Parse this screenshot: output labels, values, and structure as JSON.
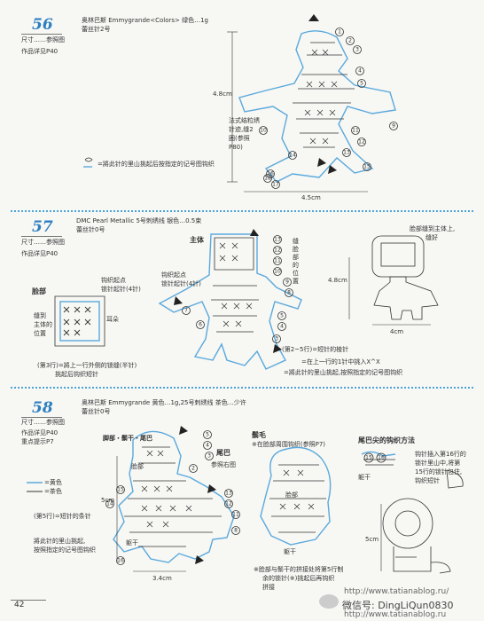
{
  "page_number": "42",
  "sections": [
    {
      "number": "56",
      "size_label": "尺寸……参照图",
      "work_label": "作品详见P40",
      "yarn": "奥林巴斯 Emmygrande<Colors> 绿色…1g",
      "hook": "蕾丝针2号",
      "height_dim": "4.8cm",
      "width_dim": "4.5cm",
      "note_french": "法式结粒绣",
      "note_french2": "针迹,缝2",
      "note_french3": "圈(参照",
      "note_french4": "P80)",
      "legend_connect": "=將此针的里山挑起后按指定的记号图钩织"
    },
    {
      "number": "57",
      "size_label": "尺寸……参照图",
      "work_label": "作品详见P40",
      "yarn": "DMC Pearl Metallic 5号刺绣线  银色…0.5束",
      "hook": "蕾丝针0号",
      "body_label": "主体",
      "face_label": "脸部",
      "face_start": "钩织起点",
      "face_start2": "锁针起针(4针)",
      "face_attach": "缝到",
      "face_attach2": "主体的",
      "face_attach3": "位置",
      "ear_label": "耳朵",
      "body_start": "钩织起点",
      "body_start2": "锁针起针(4针)",
      "sew_pos": "缝脸部的位置",
      "face_sew_note": "脸部缝到主体上,",
      "face_sew_note2": "缝好",
      "height_dim": "4.8cm",
      "width_dim": "4cm",
      "legend1": "(第2~5行)=短针的棱针",
      "legend2": "=在上一行的1针中挑入X^X",
      "legend3": "=將此针的里山挑起,按照指定的记号图钩织",
      "legend4": "(第3行)=將上一行外侧的锁缝(半针)",
      "legend5": "挑起后钩织短针"
    },
    {
      "number": "58",
      "size_label": "尺寸……参照图",
      "work_label": "作品详见P40",
      "tip_label": "重点提示P7",
      "yarn": "奥林巴斯 Emmygrande  黄色…1g,25号刺绣线  茶色…少许",
      "hook": "蕾丝针0号",
      "legend_yellow": "=黄色",
      "legend_brown": "=茶色",
      "legend_legs": "(第5行)=短针的条针",
      "legend_back": "將此针的里山挑起,",
      "legend_back2": "按照指定的记号图钩织",
      "part_feet": "脚部・鬃干・尾巴",
      "part_face": "脸部",
      "part_tail": "尾巴",
      "part_tail_ref": "参照右图",
      "part_mane": "鬃毛",
      "part_mane_ref": "※在脸部周围钩织(参照P7)",
      "part_tail_method": "尾巴尖的钩织方法",
      "part_trunk": "躯干",
      "part_face2": "脸部",
      "part_trunk2": "躯干",
      "height_dim": "5cm",
      "width_dim": "3.4cm",
      "tail_note": "钩针插入第16行的",
      "tail_note2": "锁针里山中,将第",
      "tail_note3": "15行的锁针包住,",
      "tail_note4": "钩织短针",
      "tail_side_label": "躯干",
      "lion_dim": "5cm",
      "mane_note": "※脸部与鬃干的拼接处将第5行制",
      "mane_note2": "余的锁针(※)挑起后再钩织",
      "mane_note3": "拼接"
    }
  ],
  "watermark": {
    "url": "http://www.tatianablog.ru/",
    "wechat": "微信号: DingLiQun0830",
    "url2": "http://www.tatianablog.ru"
  },
  "colors": {
    "accent_blue": "#2d7fc0",
    "light_blue": "#5aa9dc",
    "background": "#f7f7f4"
  }
}
